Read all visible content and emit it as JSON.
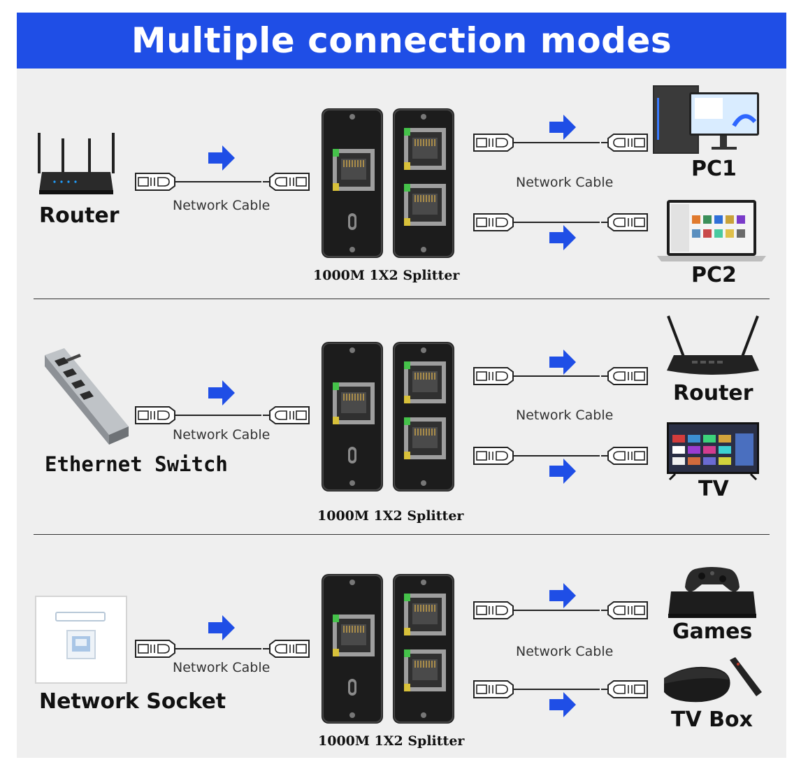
{
  "title": "Multiple connection modes",
  "colors": {
    "banner": "#1f4ee6",
    "arrow": "#1f4ee6",
    "background": "#efefef",
    "splitter": "#1c1c1c"
  },
  "cable_label": "Network Cable",
  "splitter_label": "1000M 1X2 Splitter",
  "scenarios": [
    {
      "source": "Router",
      "source_icon": "router-icon",
      "outputs": [
        {
          "label": "PC1",
          "icon": "desktop-pc-icon"
        },
        {
          "label": "PC2",
          "icon": "laptop-icon"
        }
      ]
    },
    {
      "source": "Ethernet Switch",
      "source_icon": "ethernet-switch-icon",
      "outputs": [
        {
          "label": "Router",
          "icon": "router-icon"
        },
        {
          "label": "TV",
          "icon": "tv-icon"
        }
      ]
    },
    {
      "source": "Network Socket",
      "source_icon": "wall-socket-icon",
      "outputs": [
        {
          "label": "Games",
          "icon": "game-console-icon"
        },
        {
          "label": "TV Box",
          "icon": "tv-box-icon"
        }
      ]
    }
  ]
}
